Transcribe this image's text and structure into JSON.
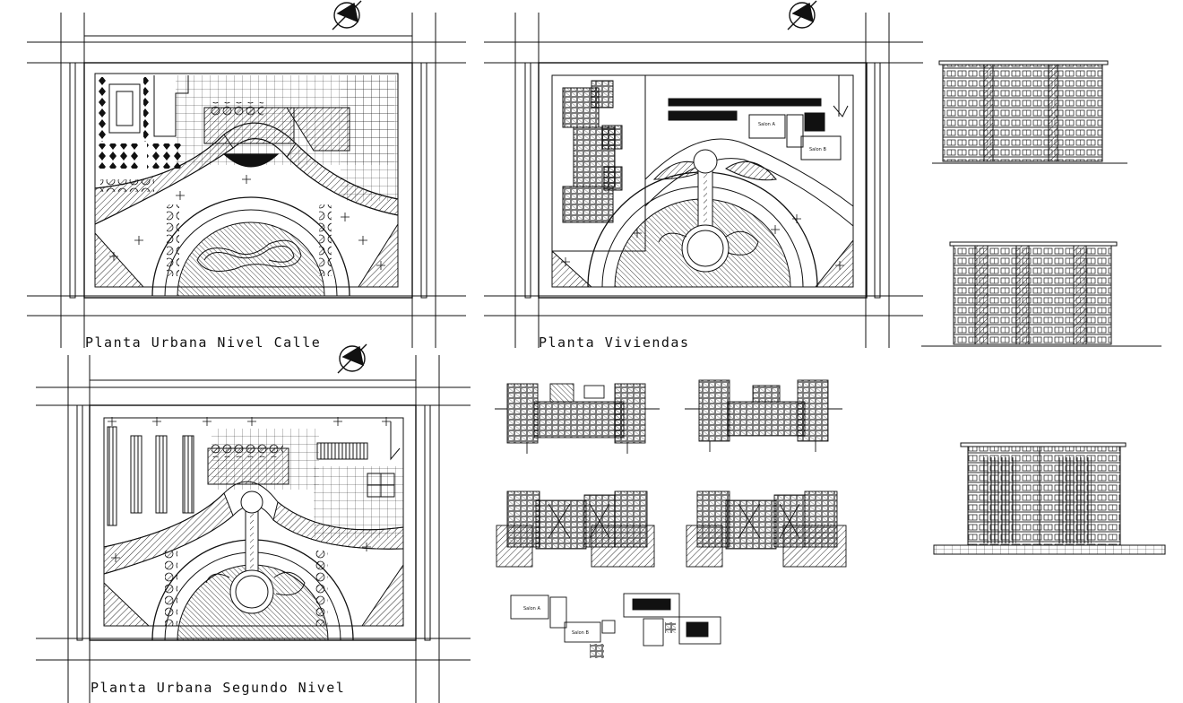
{
  "sheet": {
    "titles": {
      "street_level": "Planta Urbana Nivel Calle",
      "housing": "Planta Viviendas",
      "second_level": "Planta Urbana Segundo Nivel"
    },
    "hall_labels": {
      "hall_a": "Salon A",
      "hall_b": "Salon B"
    },
    "colors": {
      "ink": "#111111",
      "paper": "#ffffff"
    }
  }
}
